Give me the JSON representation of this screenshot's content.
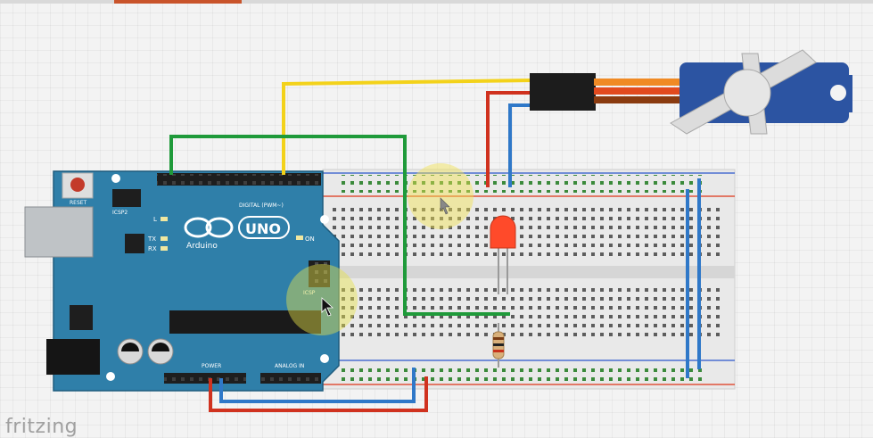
{
  "app": {
    "watermark": "fritzing"
  },
  "arduino": {
    "brand": "Arduino",
    "model": "UNO",
    "reset_label": "RESET",
    "icsp_label": "ICSP",
    "icsp2_label": "ICSP2",
    "digital_label": "DIGITAL (PWM~)",
    "power_label": "POWER",
    "analog_label": "ANALOG IN",
    "on_label": "ON",
    "tx_label": "TX",
    "rx_label": "RX",
    "l_label": "L",
    "board_color": "#2f7fa9"
  },
  "wires": {
    "signal_color": "#f3d21a",
    "led_color": "#1f9a3a",
    "power_color": "#d0321f",
    "ground_color": "#2f78c8"
  },
  "components": {
    "led_color": "#ff4a2a",
    "servo_color": "#2c54a2"
  },
  "icons": {
    "cursor_1": "cursor-arrow-icon",
    "cursor_2": "cursor-arrow-icon"
  }
}
